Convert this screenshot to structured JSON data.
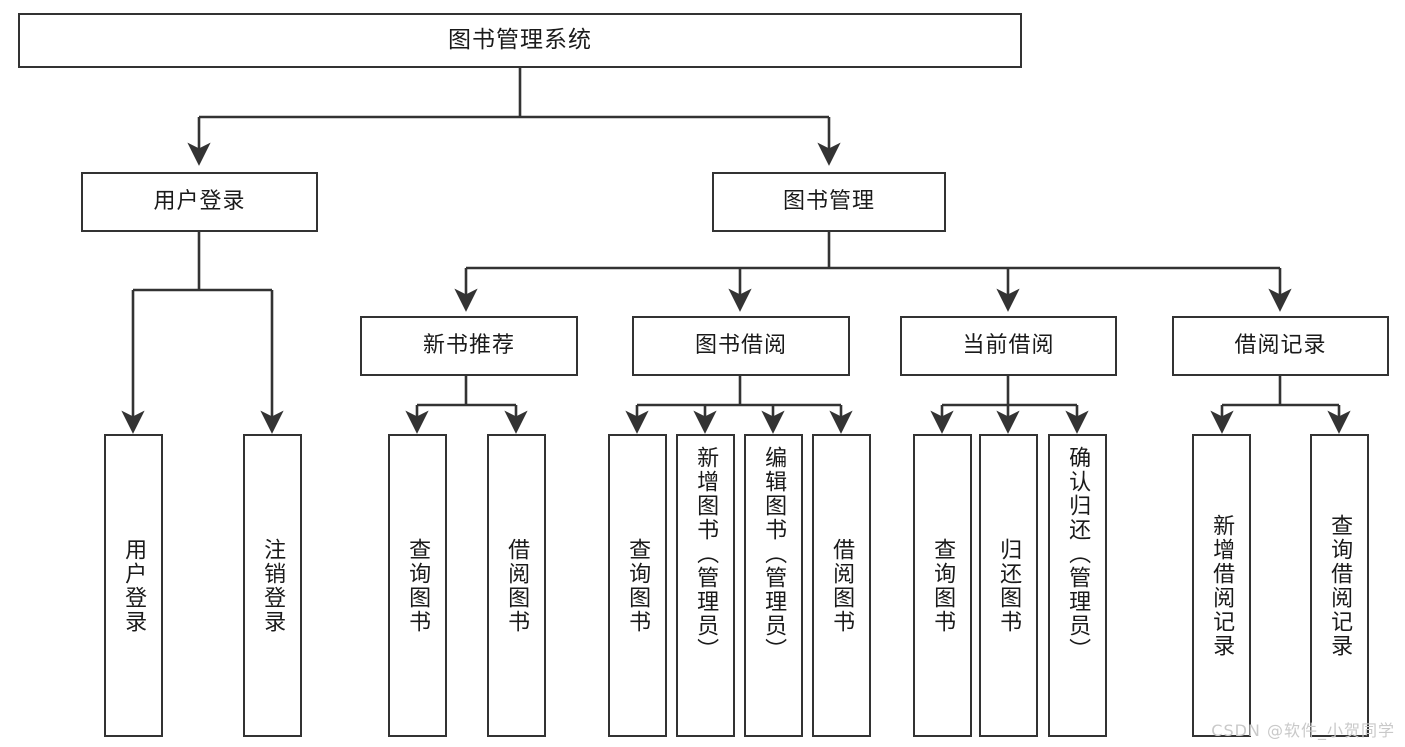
{
  "diagram": {
    "title": "图书管理系统",
    "type": "tree",
    "orientation": "top-down",
    "background_color": "#ffffff",
    "node_border_color": "#333333",
    "edge_color": "#333333",
    "nodes": {
      "root": {
        "label": "图书管理系统"
      },
      "level1": [
        {
          "id": "user-login",
          "label": "用户登录"
        },
        {
          "id": "book-manage",
          "label": "图书管理"
        }
      ],
      "level2": [
        {
          "id": "new-book-recommend",
          "label": "新书推荐",
          "parent": "book-manage"
        },
        {
          "id": "book-borrow",
          "label": "图书借阅",
          "parent": "book-manage"
        },
        {
          "id": "current-borrow",
          "label": "当前借阅",
          "parent": "book-manage"
        },
        {
          "id": "borrow-record",
          "label": "借阅记录",
          "parent": "book-manage"
        }
      ],
      "leaves": {
        "user-login": [
          {
            "id": "leaf-user-login",
            "label": "用户登录"
          },
          {
            "id": "leaf-logout-login",
            "label": "注销登录"
          }
        ],
        "new-book-recommend": [
          {
            "id": "leaf-query-book-1",
            "label": "查询图书"
          },
          {
            "id": "leaf-borrow-book-1",
            "label": "借阅图书"
          }
        ],
        "book-borrow": [
          {
            "id": "leaf-query-book-2",
            "label": "查询图书"
          },
          {
            "id": "leaf-add-book",
            "label": "新增图书（管理员）"
          },
          {
            "id": "leaf-edit-book",
            "label": "编辑图书（管理员）"
          },
          {
            "id": "leaf-borrow-book-2",
            "label": "借阅图书"
          }
        ],
        "current-borrow": [
          {
            "id": "leaf-query-book-3",
            "label": "查询图书"
          },
          {
            "id": "leaf-return-book",
            "label": "归还图书"
          },
          {
            "id": "leaf-confirm-return",
            "label": "确认归还（管理员）"
          }
        ],
        "borrow-record": [
          {
            "id": "leaf-add-record",
            "label": "新增借阅记录"
          },
          {
            "id": "leaf-query-record",
            "label": "查询借阅记录"
          }
        ]
      }
    },
    "watermark": "CSDN @软件_小贺同学"
  }
}
